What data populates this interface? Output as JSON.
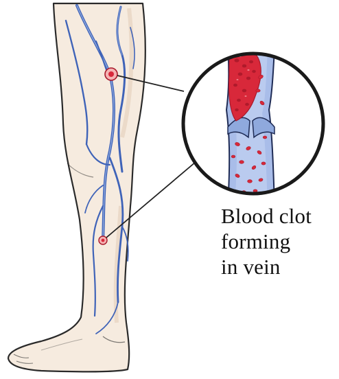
{
  "caption": {
    "lines": [
      "Blood clot",
      "forming",
      "in vein"
    ]
  },
  "colors": {
    "skin": "#f6ebdf",
    "skin_shadow": "#e8d6c3",
    "outline": "#2a2a2a",
    "vein": "#3f63b8",
    "vein_light": "#8fa9dd",
    "vessel_fill": "#a9bde9",
    "clot_red": "#d8283a",
    "clot_dark": "#a8182a",
    "marker_fill": "#f4b3b3",
    "leader_line": "#222222"
  },
  "icons": {
    "upper_marker": "clot-marker",
    "lower_marker": "clot-marker",
    "magnifier": "magnified-vein-circle"
  }
}
